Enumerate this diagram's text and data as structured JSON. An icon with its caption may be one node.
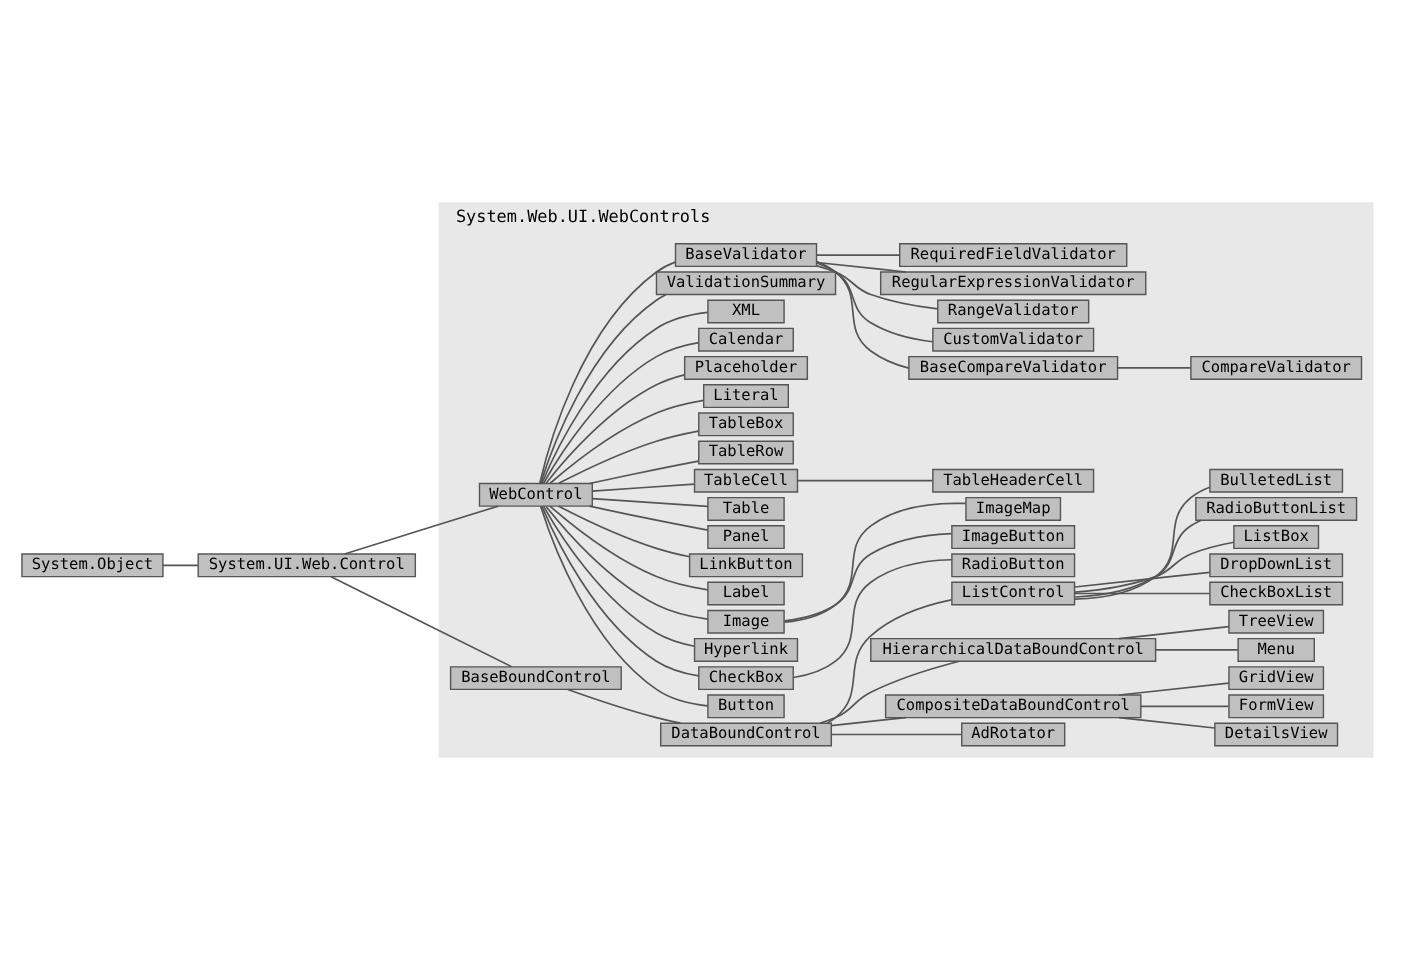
{
  "diagram": {
    "nodes": [
      {
        "text": [
          "System.Object"
        ]
      },
      {
        "text": [
          "System.UI.Web.Control"
        ]
      },
      {
        "text": [
          "System.Web.UI.WebControls"
        ]
      },
      {
        "text": [
          "WebControl"
        ],
        "in": 2
      },
      {
        "text": [
          "BaseBoundControl"
        ],
        "in": 2
      },
      {
        "text": [
          "DataBoundControl"
        ],
        "in": 2
      },
      {
        "text": [
          "Button"
        ],
        "in": 2
      },
      {
        "text": [
          "CheckBox"
        ],
        "in": 2
      },
      {
        "text": [
          "RadioButton"
        ],
        "in": 2
      },
      {
        "text": [
          "Hyperlink"
        ],
        "in": 2
      },
      {
        "text": [
          "Image"
        ],
        "in": 2
      },
      {
        "text": [
          "ImageButton"
        ],
        "in": 2
      },
      {
        "text": [
          "ImageMap"
        ],
        "in": 2
      },
      {
        "text": [
          "Label"
        ],
        "in": 2
      },
      {
        "text": [
          "LinkButton"
        ],
        "in": 2
      },
      {
        "text": [
          "Panel"
        ],
        "in": 2
      },
      {
        "text": [
          "Table"
        ],
        "in": 2
      },
      {
        "text": [
          "TableCell"
        ],
        "in": 2
      },
      {
        "text": [
          "TableHeaderCell"
        ],
        "in": 2
      },
      {
        "text": [
          "TableRow"
        ],
        "in": 2
      },
      {
        "text": [
          "TableBox"
        ],
        "in": 2
      },
      {
        "text": [
          "Literal"
        ],
        "in": 2
      },
      {
        "text": [
          "Placeholder"
        ],
        "in": 2
      },
      {
        "text": [
          "Calendar"
        ],
        "in": 2
      },
      {
        "text": [
          "XML"
        ],
        "in": 2
      },
      {
        "text": [
          "ValidationSummary"
        ],
        "in": 2
      },
      {
        "text": [
          "BaseValidator"
        ],
        "in": 2
      },
      {
        "text": [
          "BaseCompareValidator"
        ],
        "in": 2
      },
      {
        "text": [
          "CompareValidator"
        ],
        "in": 2
      },
      {
        "text": [
          "CustomValidator"
        ],
        "in": 2
      },
      {
        "text": [
          "RangeValidator"
        ],
        "in": 2
      },
      {
        "text": [
          "RegularExpressionValidator"
        ],
        "in": 2
      },
      {
        "text": [
          "RequiredFieldValidator"
        ],
        "in": 2
      },
      {
        "text": [
          "AdRotator"
        ],
        "in": 2
      },
      {
        "text": [
          "CompositeDataBoundControl"
        ],
        "in": 2
      },
      {
        "text": [
          "DetailsView"
        ],
        "in": 2
      },
      {
        "text": [
          "FormView"
        ],
        "in": 2
      },
      {
        "text": [
          "GridView"
        ],
        "in": 2
      },
      {
        "text": [
          "HierarchicalDataBoundControl"
        ],
        "in": 2
      },
      {
        "text": [
          "Menu"
        ],
        "in": 2
      },
      {
        "text": [
          "TreeView"
        ],
        "in": 2
      },
      {
        "text": [
          "ListControl"
        ],
        "in": 2
      },
      {
        "text": [
          "CheckBoxList"
        ],
        "in": 2
      },
      {
        "text": [
          "DropDownList"
        ],
        "in": 2
      },
      {
        "text": [
          "ListBox"
        ],
        "in": 2
      },
      {
        "text": [
          "RadioButtonList"
        ],
        "in": 2
      },
      {
        "text": [
          "BulletedList"
        ],
        "in": 2
      }
    ],
    "edges": [
      {
        "from": 0,
        "to": 1,
        "arrow": "none"
      },
      {
        "from": 1,
        "to": 3,
        "arrow": "none"
      },
      {
        "from": 1,
        "to": 4,
        "arrow": "none"
      },
      {
        "from": 4,
        "to": 5,
        "arrow": "none"
      },
      {
        "from": 3,
        "to": 6,
        "arrow": "none"
      },
      {
        "from": 3,
        "to": 7,
        "arrow": "none"
      },
      {
        "from": 7,
        "to": 8,
        "arrow": "none"
      },
      {
        "from": 3,
        "to": 9,
        "arrow": "none"
      },
      {
        "from": 3,
        "to": 10,
        "arrow": "none"
      },
      {
        "from": 10,
        "to": 11,
        "arrow": "none"
      },
      {
        "from": 10,
        "to": 12,
        "arrow": "none"
      },
      {
        "from": 3,
        "to": 13,
        "arrow": "none"
      },
      {
        "from": 3,
        "to": 14,
        "arrow": "none"
      },
      {
        "from": 3,
        "to": 15,
        "arrow": "none"
      },
      {
        "from": 3,
        "to": 16,
        "arrow": "none"
      },
      {
        "from": 3,
        "to": 17,
        "arrow": "none"
      },
      {
        "from": 17,
        "to": 18,
        "arrow": "none"
      },
      {
        "from": 3,
        "to": 19,
        "arrow": "none"
      },
      {
        "from": 3,
        "to": 20,
        "arrow": "none"
      },
      {
        "from": 3,
        "to": 21,
        "arrow": "none"
      },
      {
        "from": 3,
        "to": 22,
        "arrow": "none"
      },
      {
        "from": 3,
        "to": 23,
        "arrow": "none"
      },
      {
        "from": 3,
        "to": 24,
        "arrow": "none"
      },
      {
        "from": 3,
        "to": 25,
        "arrow": "none"
      },
      {
        "from": 3,
        "to": 26,
        "arrow": "none"
      },
      {
        "from": 26,
        "to": 27,
        "arrow": "none"
      },
      {
        "from": 27,
        "to": 28,
        "arrow": "none"
      },
      {
        "from": 26,
        "to": 29,
        "arrow": "none"
      },
      {
        "from": 26,
        "to": 30,
        "arrow": "none"
      },
      {
        "from": 26,
        "to": 31,
        "arrow": "none"
      },
      {
        "from": 26,
        "to": 32,
        "arrow": "none"
      },
      {
        "from": 5,
        "to": 33,
        "arrow": "none"
      },
      {
        "from": 5,
        "to": 34,
        "arrow": "none"
      },
      {
        "from": 34,
        "to": 35,
        "arrow": "none"
      },
      {
        "from": 34,
        "to": 36,
        "arrow": "none"
      },
      {
        "from": 34,
        "to": 37,
        "arrow": "none"
      },
      {
        "from": 5,
        "to": 38,
        "arrow": "none"
      },
      {
        "from": 38,
        "to": 39,
        "arrow": "none"
      },
      {
        "from": 38,
        "to": 40,
        "arrow": "none"
      },
      {
        "from": 5,
        "to": 41,
        "arrow": "none"
      },
      {
        "from": 41,
        "to": 42,
        "arrow": "none"
      },
      {
        "from": 41,
        "to": 43,
        "arrow": "none"
      },
      {
        "from": 41,
        "to": 44,
        "arrow": "none"
      },
      {
        "from": 41,
        "to": 45,
        "arrow": "none"
      },
      {
        "from": 41,
        "to": 46,
        "arrow": "none"
      }
    ]
  }
}
